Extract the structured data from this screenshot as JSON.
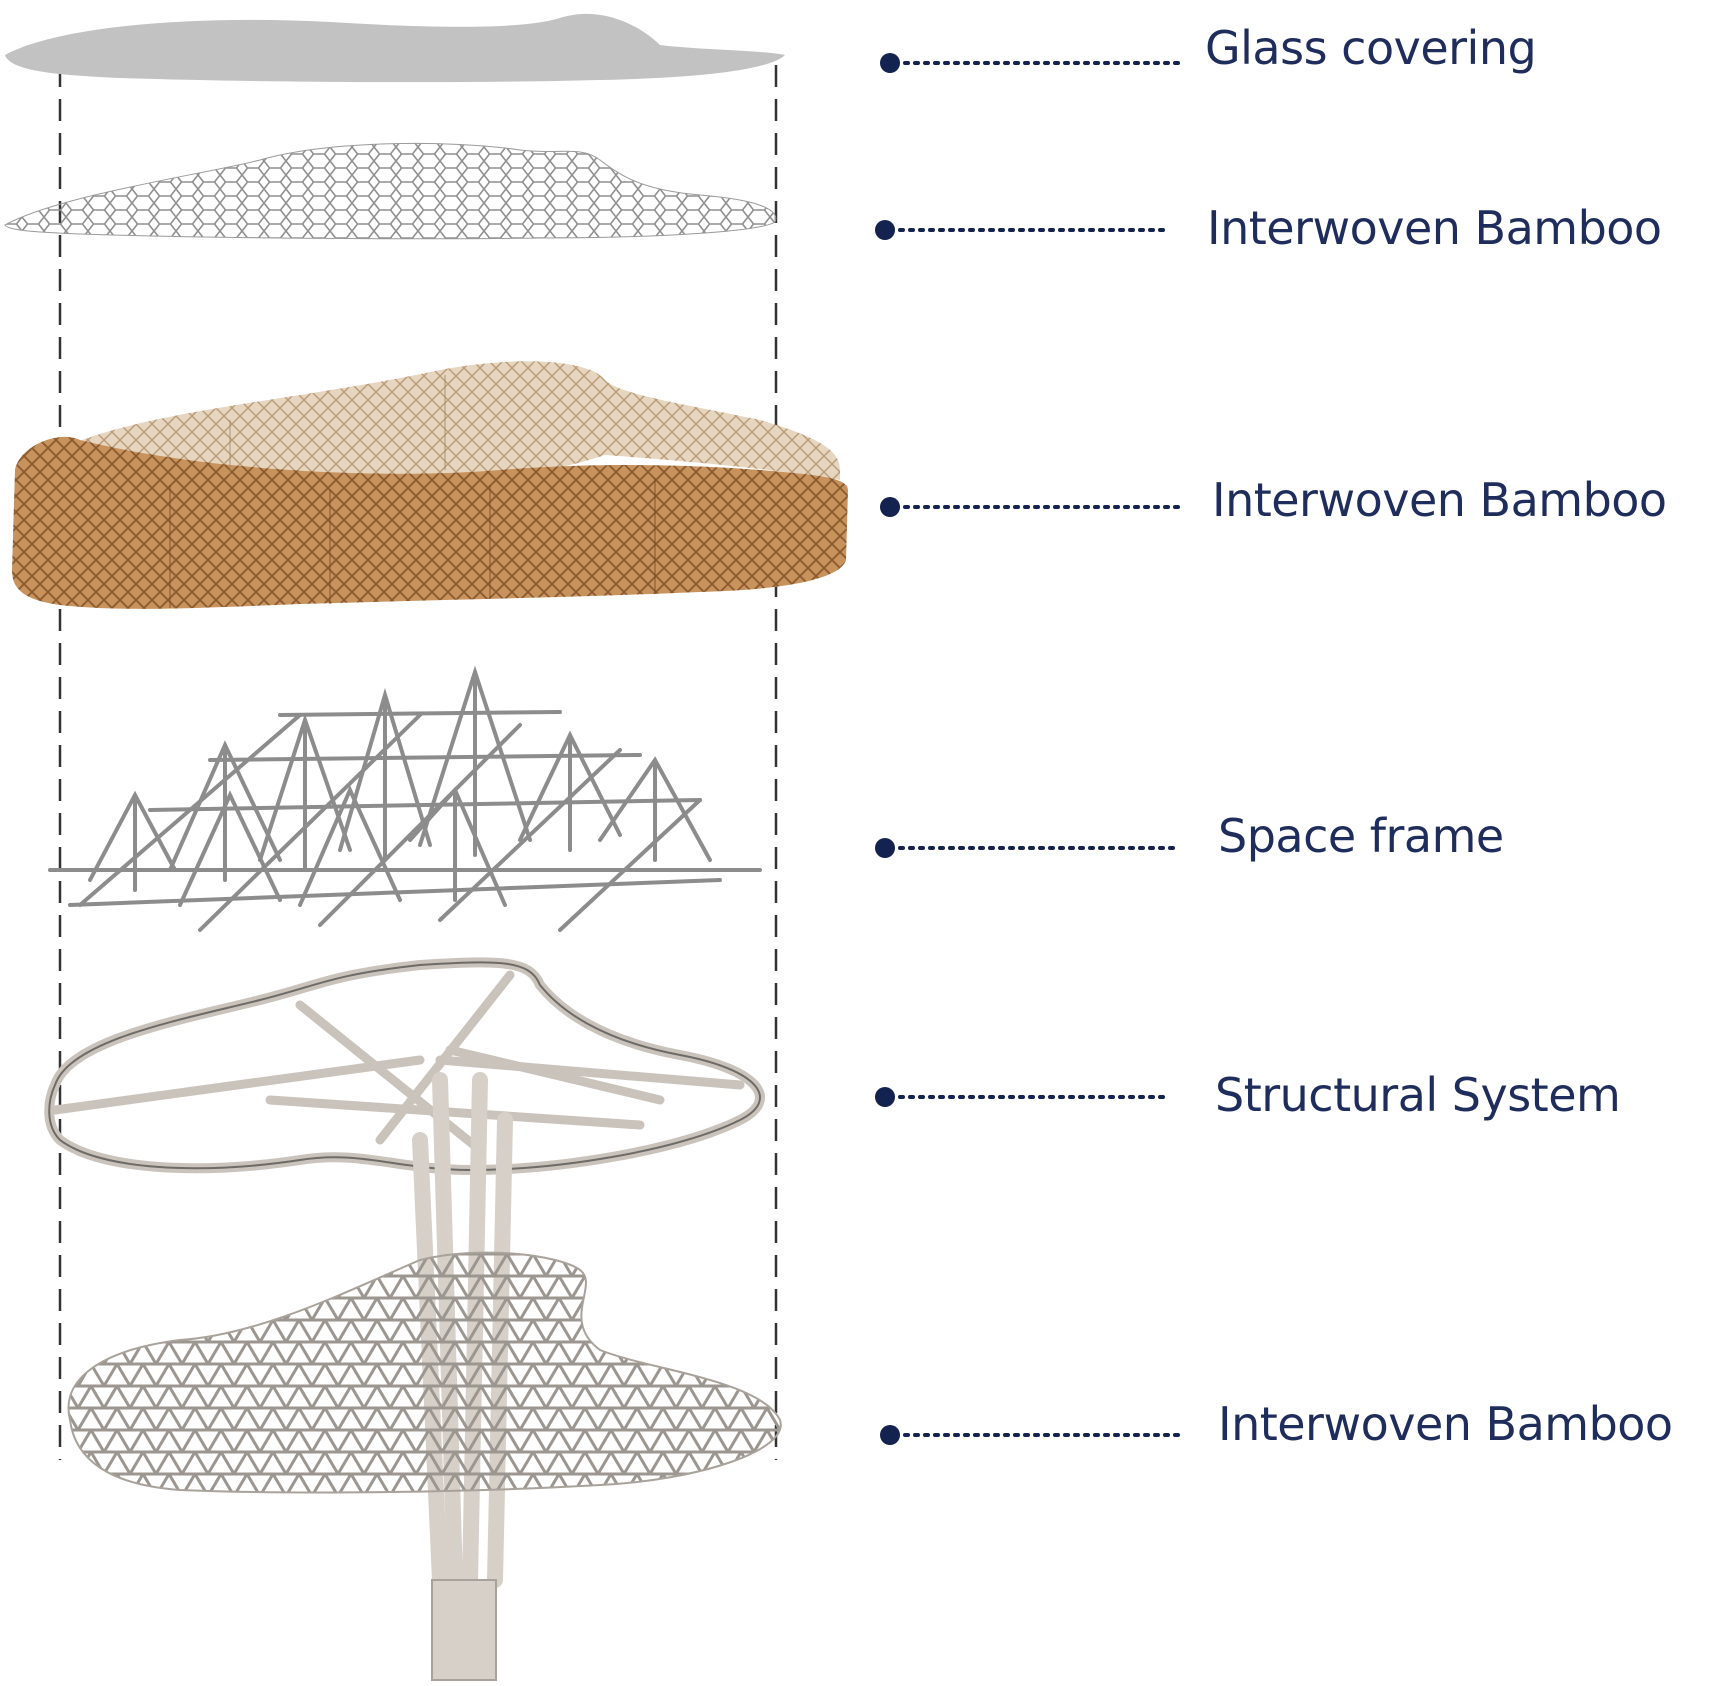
{
  "colors": {
    "label_text": "#1f2d5c",
    "dot": "#14224f",
    "leader": "#14224f",
    "glass": "#bdbdbd",
    "bamboo_light": "#d9c3a5",
    "bamboo_dark": "#c48a52",
    "frame": "#8a8a8a",
    "structure": "#cfcac3",
    "guide_line": "#333333"
  },
  "layers": [
    {
      "label": "Glass covering",
      "icon": "glass-panel"
    },
    {
      "label": "Interwoven Bamboo",
      "icon": "bamboo-hex-mesh"
    },
    {
      "label": "Interwoven Bamboo",
      "icon": "bamboo-woven-band"
    },
    {
      "label": "Space frame",
      "icon": "pyramid-space-frame"
    },
    {
      "label": "Structural System",
      "icon": "tree-column-ring"
    },
    {
      "label": "Interwoven Bamboo",
      "icon": "bamboo-triangular-mesh"
    }
  ]
}
